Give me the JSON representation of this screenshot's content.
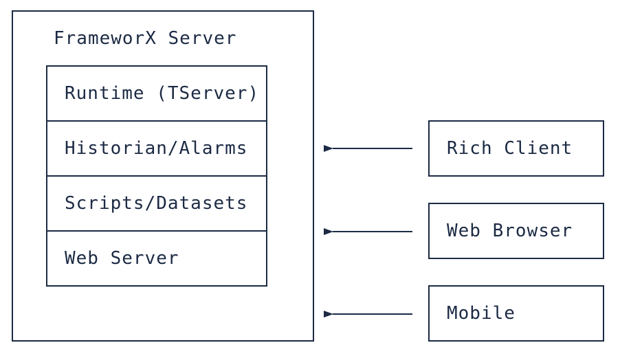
{
  "colors": {
    "ink": "#1c2a44",
    "background": "#ffffff"
  },
  "server": {
    "title": "FrameworX Server",
    "modules": [
      "Runtime (TServer)",
      "Historian/Alarms",
      "Scripts/Datasets",
      "Web Server"
    ]
  },
  "clients": [
    "Rich Client",
    "Web Browser",
    "Mobile"
  ],
  "icons": {
    "connection": "arrow-left-icon"
  }
}
